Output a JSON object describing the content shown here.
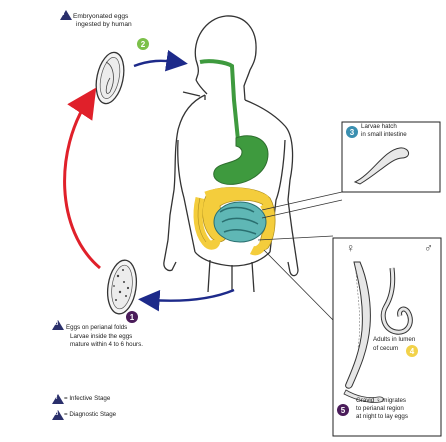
{
  "stage1": {
    "number": "1",
    "stage_marker": "d",
    "text_line1": "Eggs on perianal folds",
    "text_line2": "Larvae inside the eggs",
    "text_line3": "mature within 4 to 6 hours."
  },
  "stage2": {
    "number": "2",
    "stage_marker": "i",
    "text_line1": "Embryonated eggs",
    "text_line2": "ingested by human"
  },
  "stage3": {
    "number": "3",
    "text_line1": "Larvae hatch",
    "text_line2": "in small intestine"
  },
  "stage4": {
    "number": "4",
    "female_symbol": "♀",
    "male_symbol": "♂",
    "text_line1": "Adults in lumen",
    "text_line2": "of cecum"
  },
  "stage5": {
    "number": "5",
    "text_line1": "Gravid ♀ migrates",
    "text_line2": "to perianal region",
    "text_line3": "at night to lay eggs"
  },
  "legend": {
    "infective_marker": "i",
    "infective_label": "= Infective Stage",
    "diagnostic_marker": "d",
    "diagnostic_label": "= Diagnostic Stage"
  },
  "colors": {
    "cycle_arrow": "#e0202a",
    "transfer_arrow": "#1d2a8a",
    "stage_badge": "#4a1c5a",
    "stage2_badge": "#7cc04a",
    "stage3_badge": "#3a8fb0",
    "stage4_badge": "#f2d24a",
    "stomach_green": "#3e9a3e",
    "colon_yellow": "#f4cd3c",
    "small_intestine_teal": "#5fb7b5",
    "marker_blue": "#2a2f6b"
  }
}
